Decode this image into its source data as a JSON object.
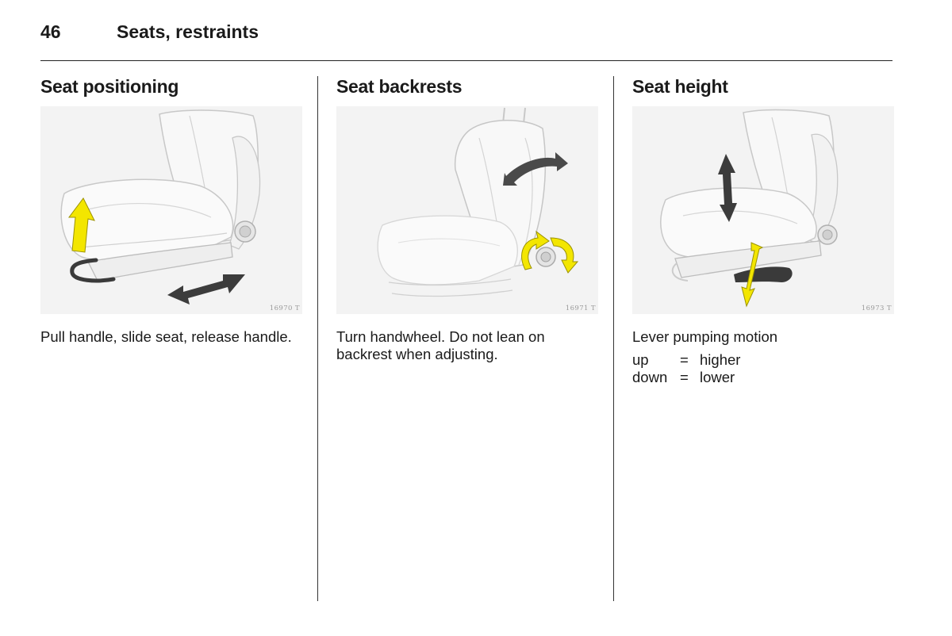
{
  "header": {
    "page_number": "46",
    "chapter": "Seats, restraints"
  },
  "sections": [
    {
      "title": "Seat positioning",
      "figure_number": "16970 T",
      "text": "Pull handle, slide seat, release handle."
    },
    {
      "title": "Seat backrests",
      "figure_number": "16971 T",
      "text": "Turn handwheel. Do not lean on backrest when adjusting."
    },
    {
      "title": "Seat height",
      "figure_number": "16973 T",
      "text": "Lever pumping motion",
      "table": [
        {
          "key": "up",
          "eq": "=",
          "value": "higher"
        },
        {
          "key": "down",
          "eq": "=",
          "value": "lower"
        }
      ]
    }
  ],
  "colors": {
    "arrow_yellow": "#f3e600",
    "arrow_dark": "#3a3a3a",
    "seat_fill": "#f7f7f7",
    "seat_line": "#c9c9c9"
  }
}
